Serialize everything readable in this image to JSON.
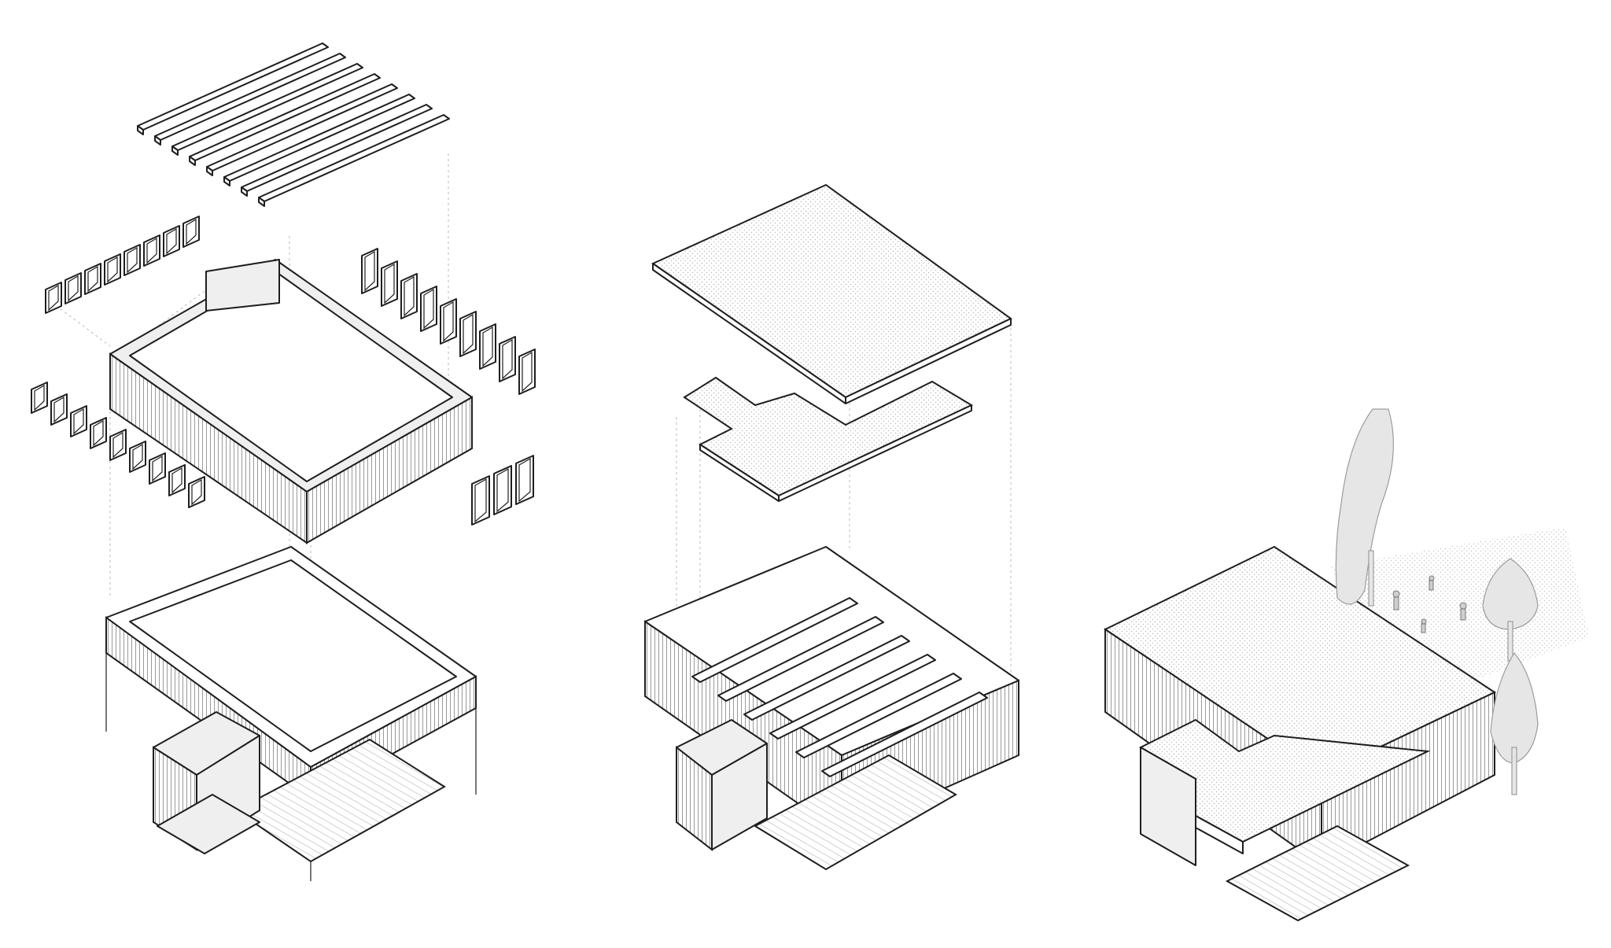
{
  "figure": {
    "description_free": true,
    "panels": [
      {
        "id": "panel-1",
        "layers": [
          "roof-beams",
          "window-panels",
          "wall-frame",
          "base-frame"
        ]
      },
      {
        "id": "panel-2",
        "layers": [
          "roof-slab",
          "canopy-slab",
          "framed-structure"
        ]
      },
      {
        "id": "panel-3",
        "layers": [
          "assembled-building",
          "trees",
          "people"
        ]
      }
    ]
  },
  "colors": {
    "line": "#1e1e1e",
    "fill": "#ffffff",
    "shade": "#efefef",
    "hatch": "#cfcfcf",
    "guide": "#b8b8b8",
    "tree": "#e6e6e6"
  }
}
